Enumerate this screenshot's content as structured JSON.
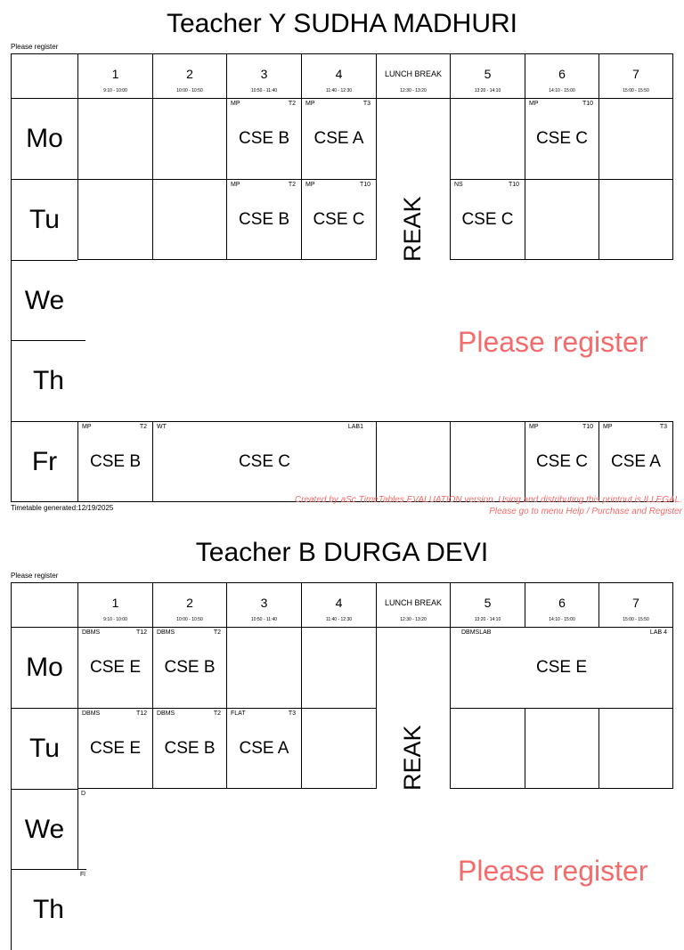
{
  "register_small": "Please register",
  "lunch_header": "LUNCH BREAK",
  "lunch_vertical": "REAK",
  "watermark": "Please register",
  "periods": [
    {
      "num": "1",
      "time": "9:10 - 10:00"
    },
    {
      "num": "2",
      "time": "10:00 - 10:50"
    },
    {
      "num": "3",
      "time": "10:50 - 11:40"
    },
    {
      "num": "4",
      "time": "11:40 - 12:30"
    },
    {
      "num": "",
      "time": "12:30 - 13:20"
    },
    {
      "num": "5",
      "time": "13:20 - 14:10"
    },
    {
      "num": "6",
      "time": "14:10 - 15:00"
    },
    {
      "num": "7",
      "time": "15:00 - 15:50"
    }
  ],
  "days": [
    "Mo",
    "Tu",
    "We",
    "Th",
    "Fr"
  ],
  "teacher1": {
    "title": "Teacher Y SUDHA MADHURI",
    "generated": "Timetable generated:12/19/2025",
    "illegal_line1": "Created by aSc TimeTables EVALUATION version. Using and distributing this printout is ILLEGAL.",
    "illegal_line2": "Please go to menu Help / Purchase and Register",
    "lessons": {
      "mo3": {
        "subj": "MP",
        "room": "T2",
        "group": "CSE B"
      },
      "mo4": {
        "subj": "MP",
        "room": "T3",
        "group": "CSE A"
      },
      "mo6": {
        "subj": "MP",
        "room": "T10",
        "group": "CSE C"
      },
      "tu3": {
        "subj": "MP",
        "room": "T2",
        "group": "CSE B"
      },
      "tu4": {
        "subj": "MP",
        "room": "T10",
        "group": "CSE C"
      },
      "tu5": {
        "subj": "NS",
        "room": "T10",
        "group": "CSE C"
      },
      "fr1": {
        "subj": "MP",
        "room": "T2",
        "group": "CSE B"
      },
      "fr2": {
        "subj": "WT",
        "room": "LAB1",
        "group": "CSE C"
      },
      "fr6": {
        "subj": "MP",
        "room": "T10",
        "group": "CSE C"
      },
      "fr7": {
        "subj": "MP",
        "room": "T3",
        "group": "CSE A"
      }
    }
  },
  "teacher2": {
    "title": "Teacher B DURGA DEVI",
    "lessons": {
      "mo1": {
        "subj": "DBMS",
        "room": "T12",
        "group": "CSE E"
      },
      "mo2": {
        "subj": "DBMS",
        "room": "T2",
        "group": "CSE B"
      },
      "mo5": {
        "subj": "DBMSLAB",
        "room": "LAB 4",
        "group": "CSE E"
      },
      "tu1": {
        "subj": "DBMS",
        "room": "T12",
        "group": "CSE E"
      },
      "tu2": {
        "subj": "DBMS",
        "room": "T2",
        "group": "CSE B"
      },
      "tu3": {
        "subj": "FLAT",
        "room": "T3",
        "group": "CSE A"
      },
      "we1": {
        "subj": "D"
      },
      "th1": {
        "subj": "Fl"
      }
    }
  }
}
